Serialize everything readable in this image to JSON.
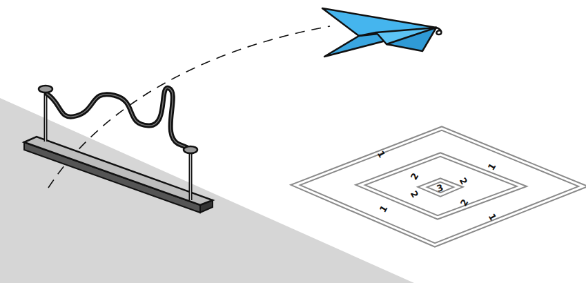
{
  "diagram": {
    "labels": [
      "1",
      "1",
      "2",
      "2",
      "3",
      "2",
      "2",
      "1",
      "1"
    ]
  }
}
